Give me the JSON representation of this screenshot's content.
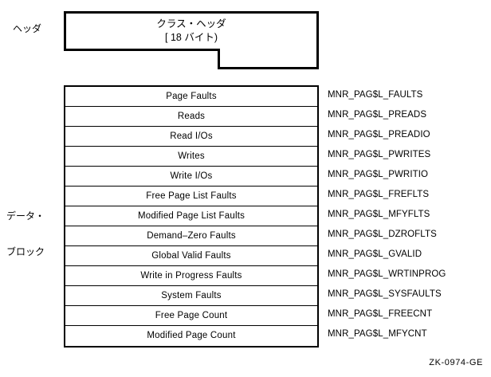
{
  "figure": {
    "id_label": "ZK-0974-GE"
  },
  "header": {
    "side_label": "ヘッダ",
    "title_line1": "クラス・ヘッダ",
    "title_line2": "[ 18 バイト)"
  },
  "data_block": {
    "side_label_line1": "データ・",
    "side_label_line2": "ブロック",
    "rows": [
      {
        "field": "Page Faults",
        "symbol": "MNR_PAG$L_FAULTS"
      },
      {
        "field": "Reads",
        "symbol": "MNR_PAG$L_PREADS"
      },
      {
        "field": "Read I/Os",
        "symbol": "MNR_PAG$L_PREADIO"
      },
      {
        "field": "Writes",
        "symbol": "MNR_PAG$L_PWRITES"
      },
      {
        "field": "Write I/Os",
        "symbol": "MNR_PAG$L_PWRITIO"
      },
      {
        "field": "Free Page List Faults",
        "symbol": "MNR_PAG$L_FREFLTS"
      },
      {
        "field": "Modified Page List Faults",
        "symbol": "MNR_PAG$L_MFYFLTS"
      },
      {
        "field": "Demand–Zero Faults",
        "symbol": "MNR_PAG$L_DZROFLTS"
      },
      {
        "field": "Global Valid Faults",
        "symbol": "MNR_PAG$L_GVALID"
      },
      {
        "field": "Write in Progress Faults",
        "symbol": "MNR_PAG$L_WRTINPROG"
      },
      {
        "field": "System Faults",
        "symbol": "MNR_PAG$L_SYSFAULTS"
      },
      {
        "field": "Free Page Count",
        "symbol": "MNR_PAG$L_FREECNT"
      },
      {
        "field": "Modified Page Count",
        "symbol": "MNR_PAG$L_MFYCNT"
      }
    ]
  },
  "colors": {
    "stroke": "#000000",
    "background": "#ffffff"
  }
}
